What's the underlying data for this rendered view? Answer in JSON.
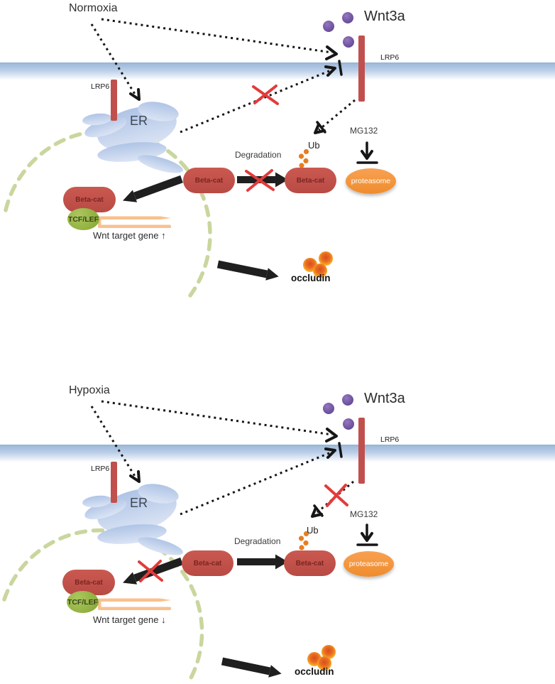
{
  "colors": {
    "membrane_blue": "#a9c3e0",
    "receptor_red": "#c0504d",
    "beta_cat_fill": "#c4534e",
    "beta_cat_text": "#7a2521",
    "proteasome_orange": "#f79646",
    "tcf_lef_green": "#8db843",
    "wnt_ligand_purple": "#7a5da5",
    "nucleus_dash_green": "#c9d69e",
    "gene_peach": "#f9c08f",
    "ubiquitin_orange": "#e87d1e",
    "inhibition_x_red": "#e23b3b",
    "arrow_black": "#1f1f1f"
  },
  "panels": [
    {
      "condition_label": "Normoxia",
      "ligand_label": "Wnt3a",
      "receptor_label": "LRP6",
      "er_receptor_label": "LRP6",
      "er_label": "ER",
      "ubiquitin_label": "Ub",
      "inhibitor_label": "MG132",
      "degradation_label": "Degradation",
      "proteasome_label": "proteasome",
      "beta_catenin_cytoplasm_label": "Beta-cat",
      "beta_catenin_ubiquitinated_label": "Beta-cat",
      "beta_catenin_nuclear_label": "Beta-cat",
      "tcf_lef_label": "TCF/LEF",
      "wnt_target_gene_label": "Wnt target gene ↑",
      "occludin_label": "occludin",
      "blocked_steps": [
        "ER signal to LRP6",
        "Beta-cat degradation"
      ]
    },
    {
      "condition_label": "Hypoxia",
      "ligand_label": "Wnt3a",
      "receptor_label": "LRP6",
      "er_receptor_label": "LRP6",
      "er_label": "ER",
      "ubiquitin_label": "Ub",
      "inhibitor_label": "MG132",
      "degradation_label": "Degradation",
      "proteasome_label": "proteasome",
      "beta_catenin_cytoplasm_label": "Beta-cat",
      "beta_catenin_ubiquitinated_label": "Beta-cat",
      "beta_catenin_nuclear_label": "Beta-cat",
      "tcf_lef_label": "TCF/LEF",
      "wnt_target_gene_label": "Wnt target gene ↓",
      "occludin_label": "occludin",
      "blocked_steps": [
        "LRP6 block of ubiquitination",
        "Beta-cat nuclear import"
      ]
    }
  ]
}
